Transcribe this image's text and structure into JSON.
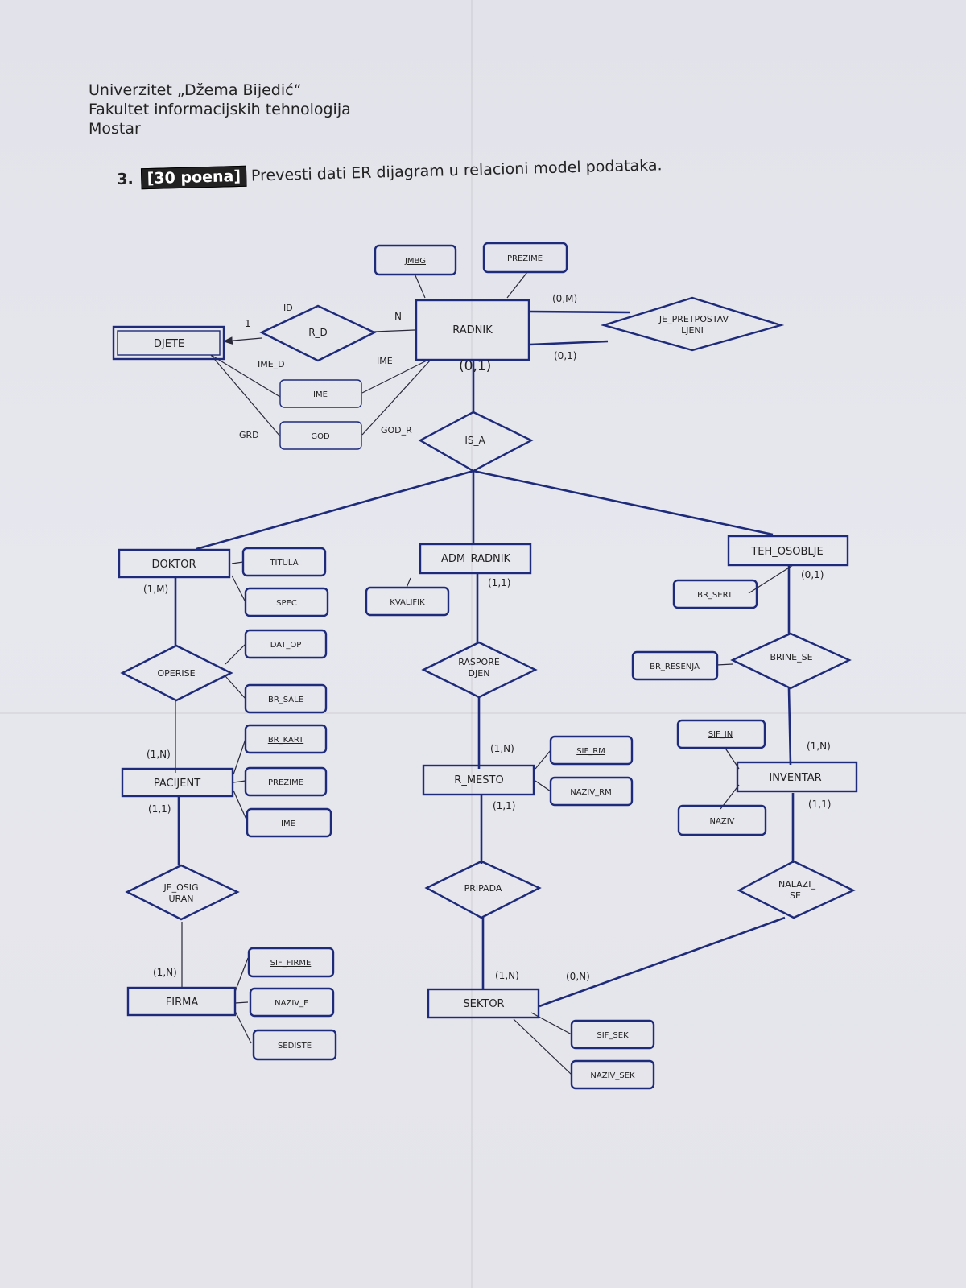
{
  "header": {
    "university": "Univerzitet „Džema Bijedić“",
    "faculty": "Fakultet informacijskih tehnologija",
    "city": "Mostar"
  },
  "task": {
    "number": "3.",
    "points": "[30 poena]",
    "text": "Prevesti dati ER dijagram u relacioni model podataka."
  },
  "diagram": {
    "entities": {
      "radnik": "RADNIK",
      "djete": "DJETE",
      "doktor": "DOKTOR",
      "adm_radnik": "ADM_RADNIK",
      "teh_osoblje": "TEH_OSOBLJE",
      "pacijent": "PACIJENT",
      "r_mesto": "R_MESTO",
      "inventar": "INVENTAR",
      "firma": "FIRMA",
      "sektor": "SEKTOR"
    },
    "relationships": {
      "r_d": "R_D",
      "je_pretpostavljeni_1": "JE_PRETPOSTAV",
      "je_pretpostavljeni_2": "LJENI",
      "is_a": "IS_A",
      "operise": "OPERISE",
      "raspoređen_1": "RASPORE",
      "raspoređen_2": "DJEN",
      "brine_se": "BRINE_SE",
      "je_osiguran_1": "JE_OSIG",
      "je_osiguran_2": "URAN",
      "pripada": "PRIPADA",
      "nalazi_se_1": "NALAZI_",
      "nalazi_se_2": "SE"
    },
    "attributes": {
      "jmbg": "JMBG",
      "prezime_radnik": "PREZIME",
      "ime_djete": "IME",
      "god": "GOD",
      "titula": "TITULA",
      "spec": "SPEC",
      "kvalifik": "KVALIFIK",
      "br_sert": "BR_SERT",
      "dat_op": "DAT_OP",
      "br_sale": "BR_SALE",
      "br_resenja": "BR_RESENJA",
      "br_kart": "BR_KART",
      "prezime_pacijent": "PREZIME",
      "ime_pacijent": "IME",
      "sif_rm": "SIF_RM",
      "naziv_rm": "NAZIV_RM",
      "sif_in": "SIF_IN",
      "naziv_in": "NAZIV",
      "sif_firme": "SIF_FIRME",
      "naziv_f": "NAZIV_F",
      "sediste": "SEDISTE",
      "sif_sek": "SIF_SEK",
      "naziv_sek": "NAZIV_SEK"
    },
    "line_labels": {
      "id": "ID",
      "ime_d": "IME_D",
      "ime": "IME",
      "grd": "GRD",
      "god_r": "GOD_R"
    },
    "cardinalities": {
      "r_d_djete": "1",
      "r_d_radnik": "N",
      "radnik_pretp_top": "(0,M)",
      "radnik_pretp_bottom": "(0,1)",
      "radnik_isa": "(0,1)",
      "doktor_operise": "(1,M)",
      "pacijent_operise": "(1,N)",
      "pacijent_osig": "(1,1)",
      "firma_osig": "(1,N)",
      "adm_rasp": "(1,1)",
      "rmesto_rasp": "(1,N)",
      "rmesto_pripada": "(1,1)",
      "sektor_pripada": "(1,N)",
      "sektor_nalazi": "(0,N)",
      "teh_brine": "(0,1)",
      "inventar_brine": "(1,N)",
      "inventar_nalazi": "(1,1)"
    }
  }
}
